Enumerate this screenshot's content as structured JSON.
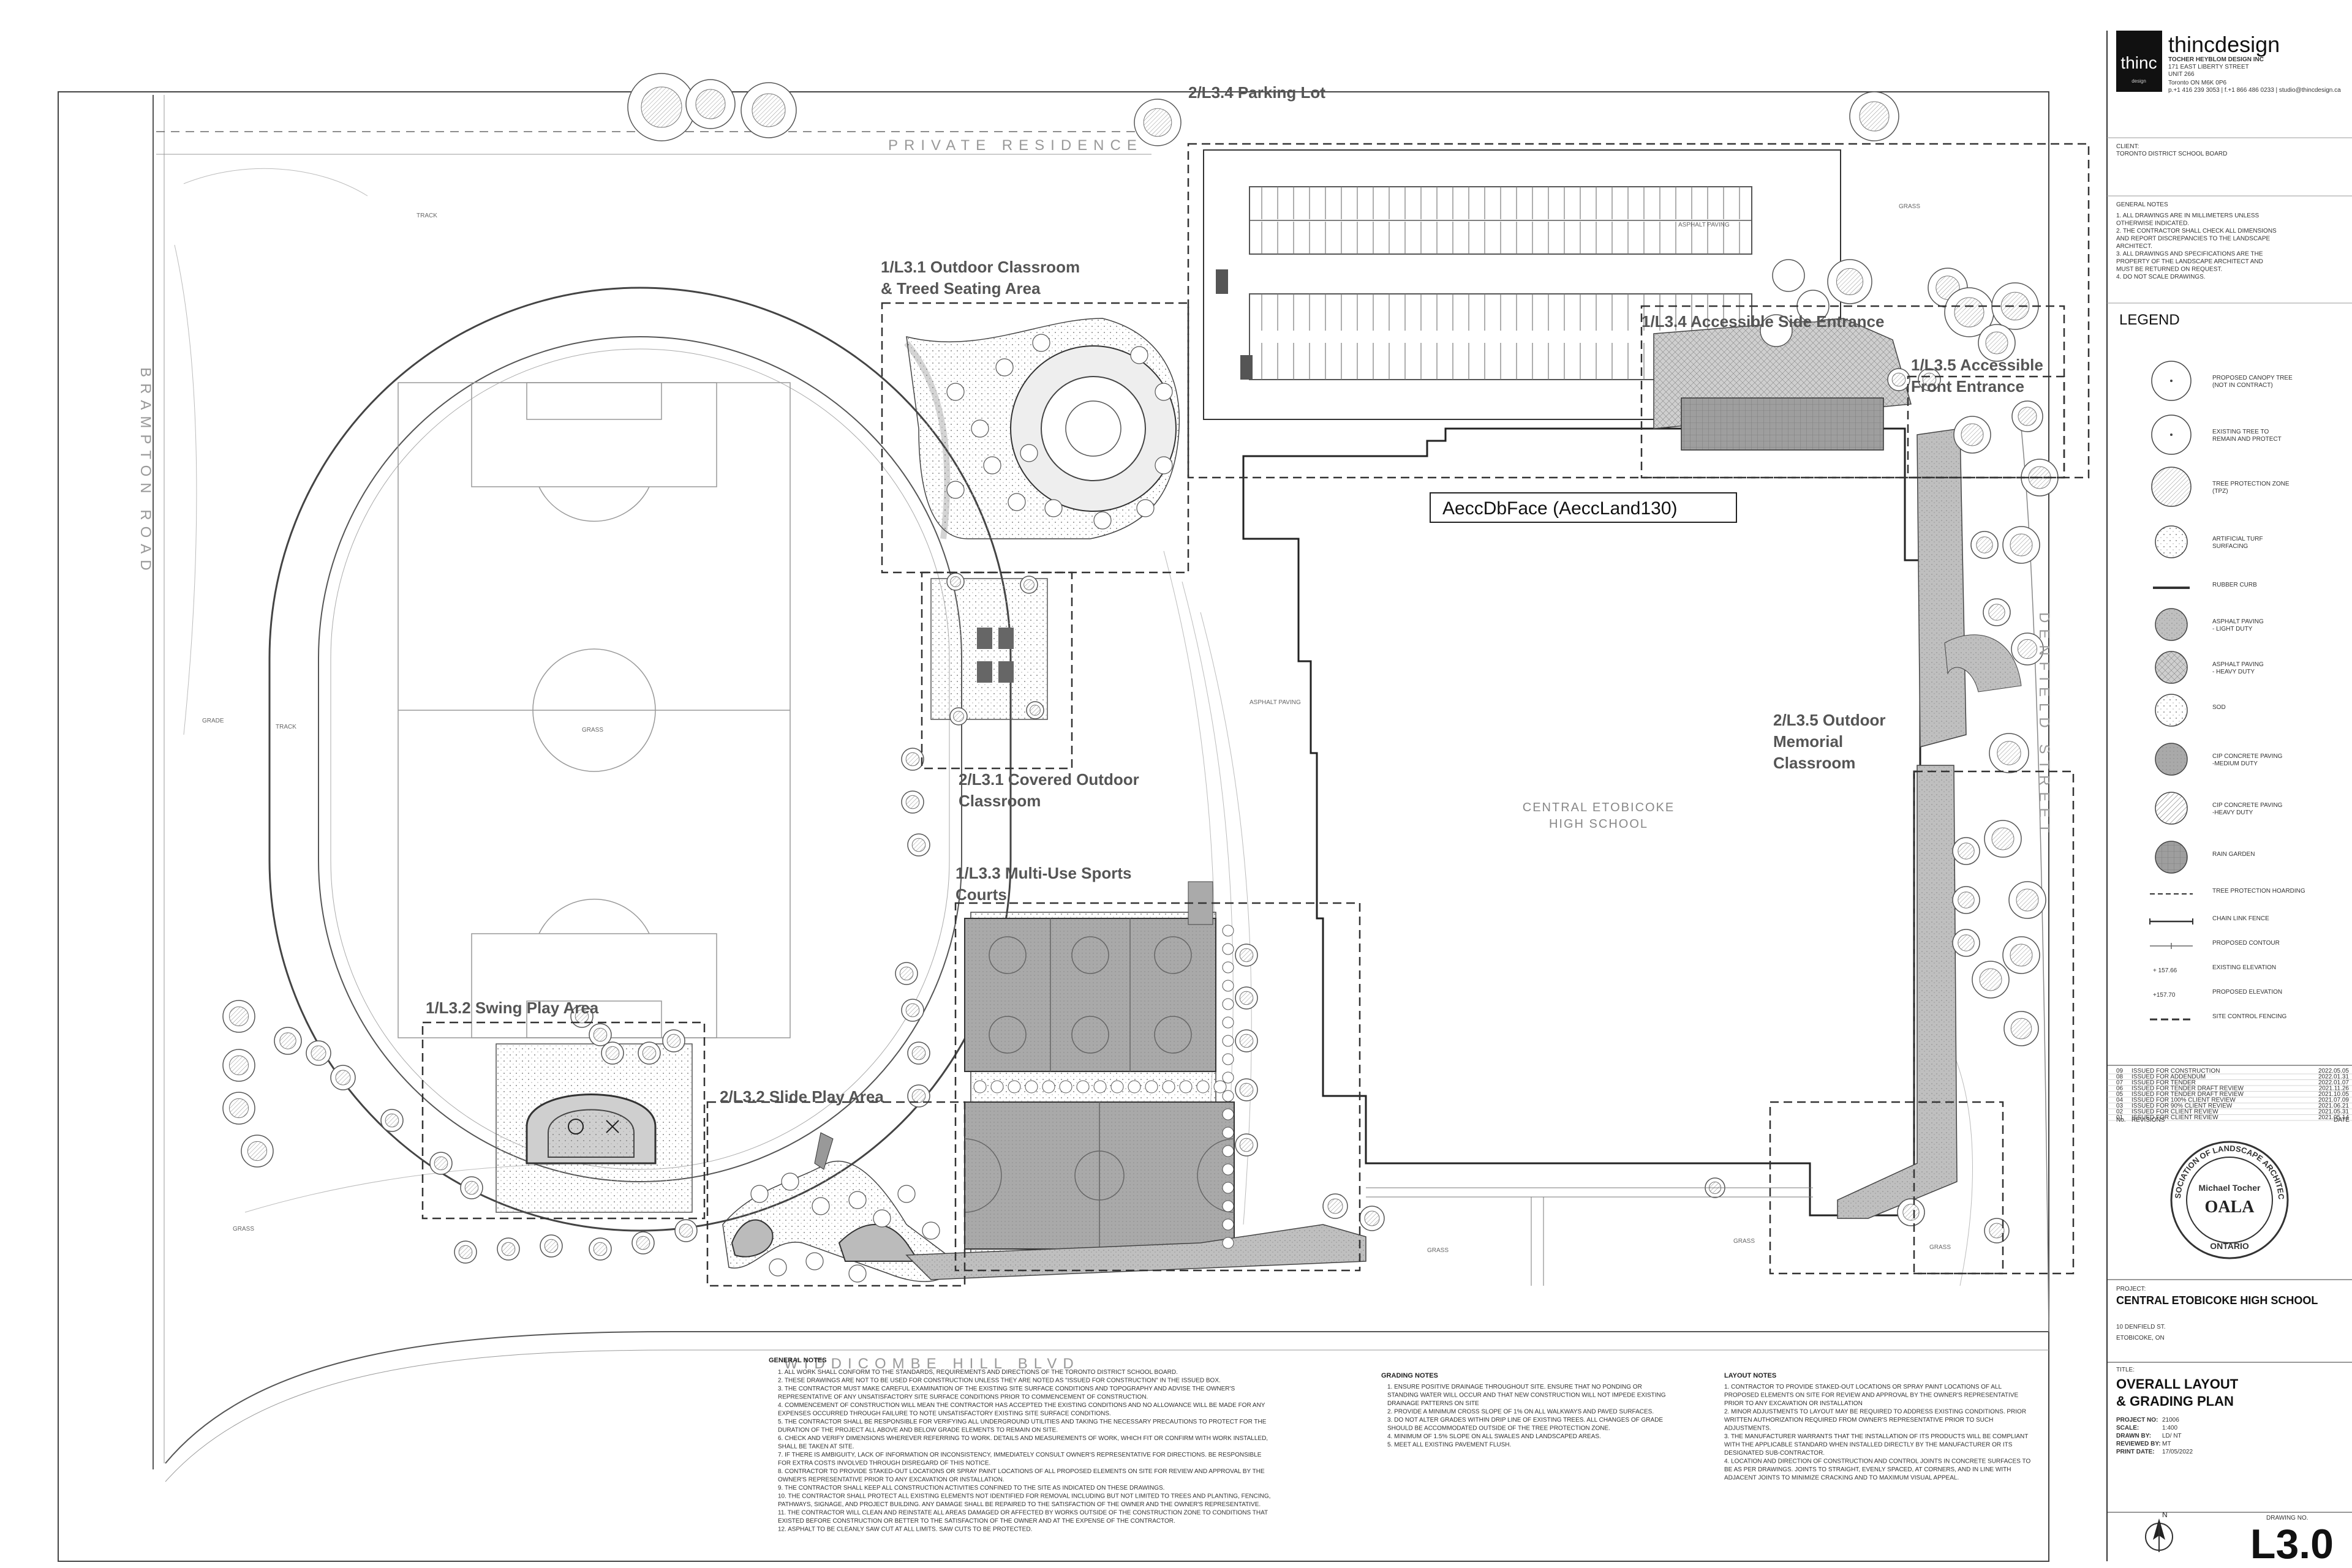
{
  "streets": {
    "north": "PRIVATE RESIDENCE",
    "west": "BRAMPTON ROAD",
    "south": "WIDDICOMBE HILL BLVD",
    "east": "DENFIELD STREET"
  },
  "callouts": [
    "2/L3.4 Parking Lot",
    "1/L3.1 Outdoor Classroom",
    "& Treed Seating Area",
    "1/L3.4 Accessible Side Entrance",
    "1/L3.5 Accessible",
    "Front Entrance",
    "2/L3.1 Covered Outdoor",
    "Classroom",
    "2/L3.5 Outdoor",
    "Memorial",
    "Classroom",
    "1/L3.3 Multi-Use Sports",
    "Courts",
    "1/L3.2 Swing Play Area",
    "2/L3.2 Slide Play Area"
  ],
  "tooltip": "AeccDbFace (AeccLand130)",
  "school_label": [
    "CENTRAL ETOBICOKE",
    "HIGH SCHOOL"
  ],
  "site_labels": {
    "track": "TRACK",
    "grass": "GRASS",
    "asphalt": "ASPHALT PAVING",
    "grade": "GRADE"
  },
  "general_notes": {
    "title": "GENERAL NOTES",
    "items": [
      "1.  ALL WORK SHALL CONFORM TO THE STANDARDS, REQUIREMENTS AND DIRECTIONS OF THE TORONTO DISTRICT SCHOOL BOARD.",
      "2.  THESE DRAWINGS ARE NOT TO BE USED FOR CONSTRUCTION UNLESS THEY ARE NOTED AS \"ISSUED FOR CONSTRUCTION\" IN THE ISSUED BOX.",
      "3.  THE CONTRACTOR MUST MAKE CAREFUL EXAMINATION OF THE EXISTING SITE SURFACE CONDITIONS AND TOPOGRAPHY AND ADVISE THE OWNER'S",
      "     REPRESENTATIVE OF ANY UNSATISFACTORY SITE SURFACE CONDITIONS PRIOR TO COMMENCEMENT OF CONSTRUCTION.",
      "4.  COMMENCEMENT OF CONSTRUCTION WILL MEAN THE CONTRACTOR HAS ACCEPTED THE EXISTING CONDITIONS AND NO ALLOWANCE WILL BE MADE FOR ANY",
      "     EXPENSES OCCURRED THROUGH FAILURE TO NOTE UNSATISFACTORY EXISTING SITE SURFACE CONDITIONS.",
      "5.  THE CONTRACTOR SHALL BE RESPONSIBLE FOR VERIFYING ALL UNDERGROUND UTILITIES AND TAKING THE NECESSARY PRECAUTIONS TO PROTECT FOR THE",
      "     DURATION OF THE PROJECT ALL ABOVE AND BELOW GRADE ELEMENTS TO REMAIN ON SITE.",
      "6.  CHECK AND VERIFY DIMENSIONS WHEREVER REFERRING TO WORK. DETAILS AND MEASUREMENTS OF WORK, WHICH FIT OR CONFIRM WITH WORK INSTALLED,",
      "     SHALL BE TAKEN AT SITE.",
      "7.  IF THERE IS AMBIGUITY, LACK OF INFORMATION OR INCONSISTENCY, IMMEDIATELY CONSULT OWNER'S REPRESENTATIVE FOR DIRECTIONS. BE RESPONSIBLE",
      "     FOR EXTRA COSTS INVOLVED THROUGH DISREGARD OF THIS NOTICE.",
      "8.  CONTRACTOR TO PROVIDE STAKED-OUT LOCATIONS OR SPRAY PAINT LOCATIONS OF ALL PROPOSED ELEMENTS ON SITE FOR REVIEW AND APPROVAL BY THE",
      "     OWNER'S REPRESENTATIVE PRIOR TO ANY EXCAVATION OR INSTALLATION.",
      "9.  THE CONTRACTOR SHALL KEEP ALL CONSTRUCTION ACTIVITIES CONFINED TO THE SITE AS INDICATED ON THESE DRAWINGS.",
      "10. THE CONTRACTOR SHALL PROTECT ALL EXISTING ELEMENTS NOT IDENTIFIED FOR REMOVAL INCLUDING BUT NOT LIMITED TO TREES AND PLANTING, FENCING,",
      "     PATHWAYS, SIGNAGE, AND PROJECT BUILDING. ANY DAMAGE SHALL BE REPAIRED TO THE SATISFACTION OF THE OWNER AND THE OWNER'S REPRESENTATIVE.",
      "11. THE CONTRACTOR WILL CLEAN AND REINSTATE ALL AREAS DAMAGED OR AFFECTED BY WORKS OUTSIDE OF THE CONSTRUCTION ZONE TO CONDITIONS THAT",
      "     EXISTED BEFORE CONSTRUCTION OR BETTER TO THE SATISFACTION OF THE OWNER AND AT THE EXPENSE OF THE CONTRACTOR.",
      "12. ASPHALT TO BE CLEANLY SAW CUT AT ALL LIMITS. SAW CUTS TO BE PROTECTED."
    ]
  },
  "grading_notes": {
    "title": "GRADING NOTES",
    "items": [
      "1.  ENSURE POSITIVE DRAINAGE THROUGHOUT SITE. ENSURE THAT NO PONDING OR",
      "     STANDING WATER WILL OCCUR AND THAT NEW CONSTRUCTION WILL NOT IMPEDE EXISTING",
      "     DRAINAGE PATTERNS ON SITE",
      "2.  PROVIDE A MINIMUM CROSS SLOPE OF 1% ON ALL WALKWAYS AND PAVED SURFACES.",
      "3.  DO NOT ALTER GRADES WITHIN DRIP LINE OF EXISTING TREES. ALL CHANGES OF GRADE",
      "     SHOULD BE ACCOMMODATED OUTSIDE OF THE TREE PROTECTION ZONE.",
      "4.  MINIMUM OF 1.5% SLOPE ON ALL SWALES AND LANDSCAPED AREAS.",
      "5.  MEET ALL EXISTING PAVEMENT FLUSH."
    ]
  },
  "layout_notes": {
    "title": "LAYOUT NOTES",
    "items": [
      "1.  CONTRACTOR TO PROVIDE STAKED-OUT LOCATIONS OR SPRAY PAINT LOCATIONS OF ALL",
      "     PROPOSED ELEMENTS ON SITE FOR REVIEW AND APPROVAL BY THE OWNER'S REPRESENTATIVE",
      "     PRIOR TO ANY EXCAVATION OR INSTALLATION",
      "2.  MINOR ADJUSTMENTS TO LAYOUT MAY BE REQUIRED TO ADDRESS EXISTING CONDITIONS. PRIOR",
      "     WRITTEN AUTHORIZATION REQUIRED FROM OWNER'S REPRESENTATIVE PRIOR TO SUCH",
      "     ADJUSTMENTS.",
      "3.  THE MANUFACTURER WARRANTS THAT THE INSTALLATION OF ITS PRODUCTS WILL BE COMPLIANT",
      "     WITH THE APPLICABLE STANDARD WHEN INSTALLED DIRECTLY BY THE MANUFACTURER OR ITS",
      "     DESIGNATED SUB-CONTRACTOR.",
      "4.  LOCATION AND DIRECTION OF CONSTRUCTION AND CONTROL JOINTS IN CONCRETE SURFACES TO",
      "     BE AS PER DRAWINGS. JOINTS TO STRAIGHT, EVENLY SPACED, AT CORNERS, AND IN LINE WITH",
      "     ADJACENT JOINTS TO MINIMIZE CRACKING AND TO MAXIMUM VISUAL APPEAL."
    ]
  },
  "titleblock": {
    "logo_mark": "thinc",
    "logo_sub": "design",
    "firm": "thincdesign",
    "firm_full": "TOCHER HEYBLOM DESIGN INC",
    "address1": "171 EAST LIBERTY STREET",
    "address2": "UNIT 266",
    "address3": "Toronto ON M6K 0P6",
    "contact": "p.+1 416 239 3053 | f.+1 866 486 0233 | studio@thincdesign.ca",
    "client_label": "CLIENT:",
    "client": "TORONTO DISTRICT SCHOOL BOARD",
    "gen_notes_title": "GENERAL NOTES",
    "gen_notes": [
      "1.   ALL DRAWINGS ARE IN MILLIMETERS UNLESS",
      "      OTHERWISE INDICATED.",
      "2.   THE CONTRACTOR SHALL CHECK ALL DIMENSIONS",
      "      AND REPORT DISCREPANCIES TO THE LANDSCAPE",
      "      ARCHITECT.",
      "3.   ALL DRAWINGS AND SPECIFICATIONS ARE THE",
      "      PROPERTY OF THE LANDSCAPE ARCHITECT AND",
      "      MUST BE RETURNED ON REQUEST.",
      "4.   DO NOT SCALE DRAWINGS."
    ],
    "legend_title": "LEGEND",
    "legend": [
      {
        "label": "PROPOSED CANOPY TREE",
        "label2": "(NOT IN CONTRACT)",
        "icon": "canopy-tree-icon"
      },
      {
        "label": "EXISTING TREE TO",
        "label2": "REMAIN AND PROTECT",
        "icon": "existing-tree-icon"
      },
      {
        "label": "TREE PROTECTION ZONE",
        "label2": "(TPZ)",
        "icon": "tpz-icon"
      },
      {
        "label": "ARTIFICIAL TURF",
        "label2": "SURFACING",
        "icon": "turf-icon"
      },
      {
        "label": "RUBBER CURB",
        "label2": "",
        "icon": "rubber-curb-icon"
      },
      {
        "label": "ASPHALT PAVING",
        "label2": "- LIGHT DUTY",
        "icon": "asphalt-light-icon"
      },
      {
        "label": "ASPHALT PAVING",
        "label2": "- HEAVY DUTY",
        "icon": "asphalt-heavy-icon"
      },
      {
        "label": "SOD",
        "label2": "",
        "icon": "sod-icon"
      },
      {
        "label": "CIP CONCRETE PAVING",
        "label2": "-MEDIUM DUTY",
        "icon": "concrete-medium-icon"
      },
      {
        "label": "CIP CONCRETE PAVING",
        "label2": "-HEAVY DUTY",
        "icon": "concrete-heavy-icon"
      },
      {
        "label": "RAIN GARDEN",
        "label2": "",
        "icon": "rain-garden-icon"
      },
      {
        "label": "TREE PROTECTION HOARDING",
        "label2": "",
        "icon": "hoarding-icon"
      },
      {
        "label": "CHAIN LINK FENCE",
        "label2": "",
        "icon": "chain-link-icon"
      },
      {
        "label": "PROPOSED CONTOUR",
        "label2": "",
        "icon": "contour-icon"
      },
      {
        "label": "EXISTING ELEVATION",
        "label2": "",
        "icon": "existing-elevation-icon",
        "value": "+ 157.66"
      },
      {
        "label": "PROPOSED ELEVATION",
        "label2": "",
        "icon": "proposed-elevation-icon",
        "value": "+157.70"
      },
      {
        "label": "SITE CONTROL FENCING",
        "label2": "",
        "icon": "site-fence-icon"
      }
    ],
    "revisions": [
      {
        "no": "09",
        "desc": "ISSUED FOR CONSTRUCTION",
        "date": "2022.05.05"
      },
      {
        "no": "08",
        "desc": "ISSUED FOR ADDENDUM",
        "date": "2022.01.31"
      },
      {
        "no": "07",
        "desc": "ISSUED FOR TENDER",
        "date": "2022.01.07"
      },
      {
        "no": "06",
        "desc": "ISSUED FOR TENDER DRAFT REVIEW",
        "date": "2021.11.26"
      },
      {
        "no": "05",
        "desc": "ISSUED FOR TENDER DRAFT REVIEW",
        "date": "2021.10.05"
      },
      {
        "no": "04",
        "desc": "ISSUED FOR 100% CLIENT REVIEW",
        "date": "2021.07.09"
      },
      {
        "no": "03",
        "desc": "ISSUED FOR 90% CLIENT REVIEW",
        "date": "2021.06.21"
      },
      {
        "no": "02",
        "desc": "ISSUED FOR CLIENT REVIEW",
        "date": "2021.05.31"
      },
      {
        "no": "01",
        "desc": "ISSUED FOR CLIENT REVIEW",
        "date": "2021.05.14"
      }
    ],
    "rev_header_no": "No.",
    "rev_header_desc": "REVISIONS",
    "rev_header_date": "DATE",
    "seal_text": "ASSOCIATION OF LANDSCAPE ARCHITECTS",
    "seal_name": "Michael Tocher",
    "seal_mark": "OALA",
    "seal_bottom": "ONTARIO",
    "project_label": "PROJECT:",
    "project_name": "CENTRAL ETOBICOKE HIGH SCHOOL",
    "project_addr1": "10 DENFIELD ST.",
    "project_addr2": "ETOBICOKE, ON",
    "title_label": "TITLE:",
    "sheet_title1": "OVERALL LAYOUT",
    "sheet_title2": "& GRADING PLAN",
    "fields": [
      {
        "k": "PROJECT NO:",
        "v": "21006"
      },
      {
        "k": "SCALE:",
        "v": "1:400"
      },
      {
        "k": "DRAWN BY:",
        "v": "LD/ NT"
      },
      {
        "k": "REVIEWED BY:",
        "v": "MT"
      },
      {
        "k": "PRINT DATE:",
        "v": "17/05/2022"
      }
    ],
    "drawing_no_label": "DRAWING NO.",
    "drawing_no": "L3.0",
    "north": "N"
  }
}
